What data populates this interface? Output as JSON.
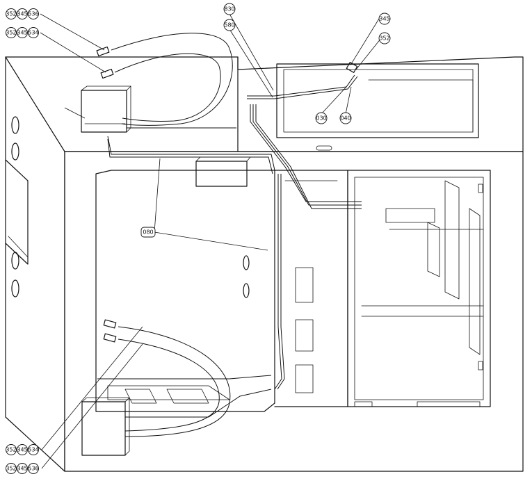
{
  "callouts": {
    "top_left_1": [
      "352",
      "345",
      "536"
    ],
    "top_left_2": [
      "352",
      "345",
      "534"
    ],
    "bottom_left_1": [
      "352",
      "345",
      "534"
    ],
    "bottom_left_2": [
      "352",
      "345",
      "536"
    ],
    "c830": "830",
    "c580": "580",
    "c345": "345",
    "c352": "352",
    "c030": "030",
    "c040": "040",
    "c080": "080"
  }
}
